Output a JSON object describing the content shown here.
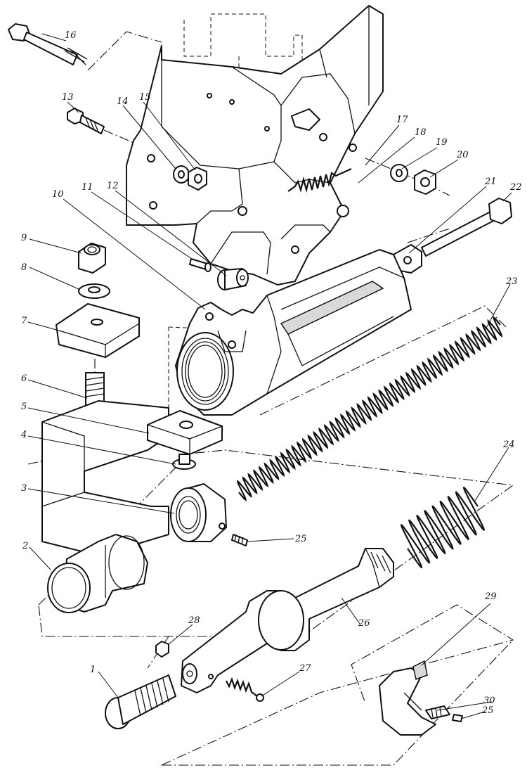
{
  "callouts": {
    "p1": "1",
    "p2": "2",
    "p3": "3",
    "p4": "4",
    "p5": "5",
    "p6": "6",
    "p7": "7",
    "p8": "8",
    "p9": "9",
    "p10": "10",
    "p11": "11",
    "p12": "12",
    "p13": "13",
    "p14": "14",
    "p15": "15",
    "p16": "16",
    "p17": "17",
    "p18": "18",
    "p19": "19",
    "p20": "20",
    "p21": "21",
    "p22": "22",
    "p23": "23",
    "p24": "24",
    "p25a": "25",
    "p25b": "25",
    "p26": "26",
    "p27": "27",
    "p28": "28",
    "p29": "29",
    "p30": "30"
  }
}
